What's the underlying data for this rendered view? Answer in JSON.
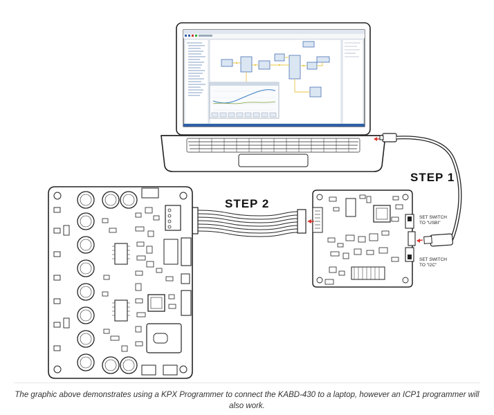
{
  "labels": {
    "step1": "STEP 1",
    "step2": "STEP 2",
    "switch_usb_line1": "SET SWITCH",
    "switch_usb_line2": "TO \"USBI\"",
    "switch_i2c_line1": "SET SWITCH",
    "switch_i2c_line2": "TO \"I2C\""
  },
  "caption": "The graphic above demonstrates using a KPX Programmer to connect the KABD-430 to a laptop, however an ICP1 programmer will also work.",
  "colors": {
    "outline": "#222222",
    "accent_arrow": "#d9342b",
    "screen_bg": "#eef2f7",
    "screen_blue": "#2f5fa8",
    "wire_node_yellow": "#e8c547",
    "graph_curve": "#3a7fc4"
  }
}
